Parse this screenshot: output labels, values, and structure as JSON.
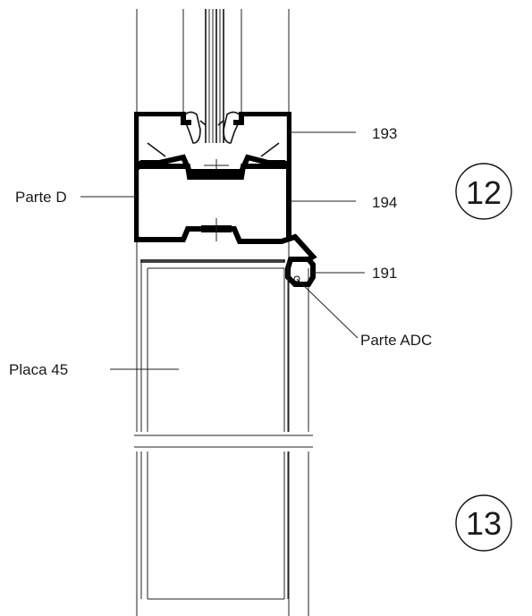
{
  "labels": {
    "ref_193": "193",
    "ref_194": "194",
    "ref_191": "191",
    "parte_d": "Parte D",
    "parte_adc": "Parte ADC",
    "placa_45": "Placa 45"
  },
  "detail_markers": {
    "top": "12",
    "bottom": "13"
  },
  "colors": {
    "line": "#111111",
    "background": "#ffffff"
  }
}
